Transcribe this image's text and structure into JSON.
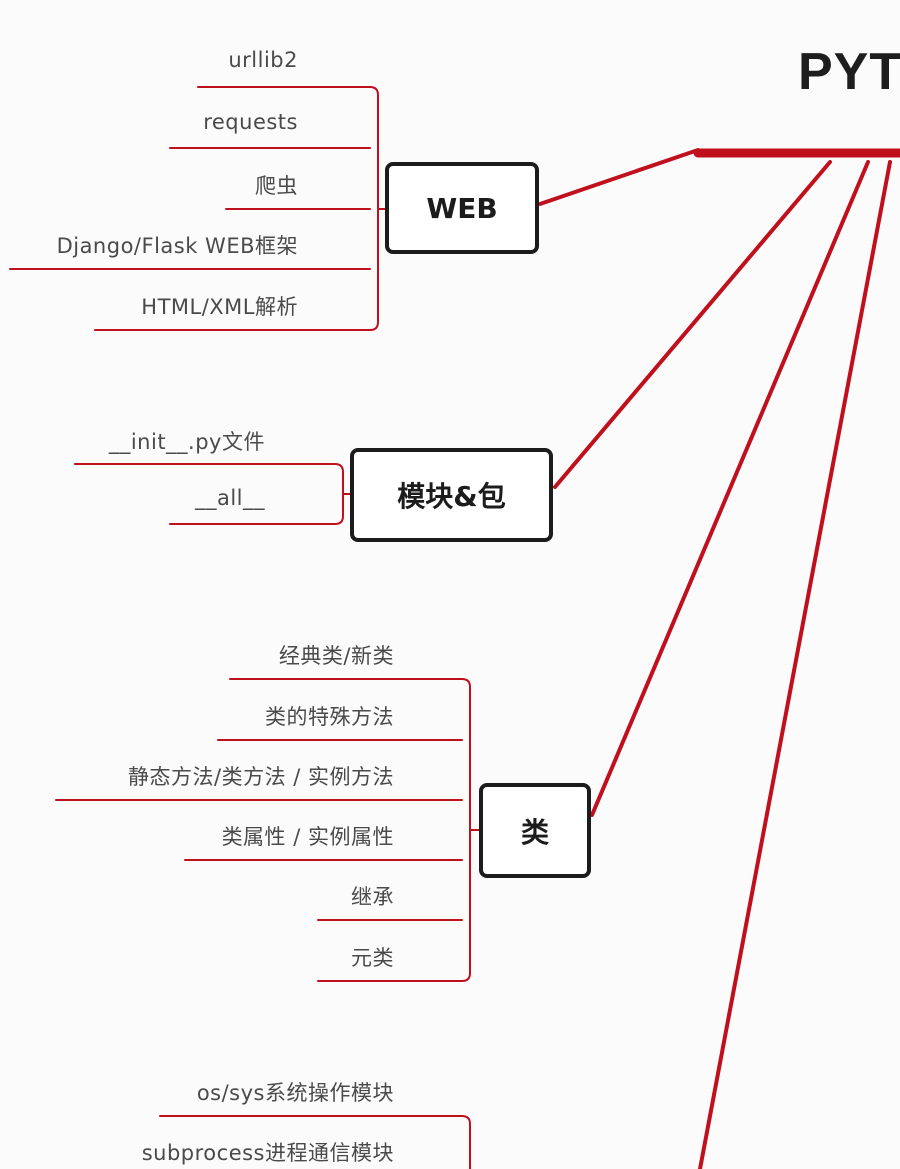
{
  "root": {
    "title": "PYT"
  },
  "branches": [
    {
      "topic": "WEB",
      "leaves": [
        "urllib2",
        "requests",
        "爬虫",
        "Django/Flask WEB框架",
        "HTML/XML解析"
      ]
    },
    {
      "topic": "模块&包",
      "leaves": [
        "__init__.py文件",
        "__all__"
      ]
    },
    {
      "topic": "类",
      "leaves": [
        "经典类/新类",
        "类的特殊方法",
        "静态方法/类方法 / 实例方法",
        "类属性 / 实例属性",
        "继承",
        "元类"
      ]
    },
    {
      "topic": "",
      "leaves": [
        "os/sys系统操作模块",
        "subprocess进程通信模块"
      ]
    }
  ],
  "colors": {
    "connector": "#c0101e",
    "box_border": "#1c1c1c",
    "text": "#4a4a4a"
  }
}
